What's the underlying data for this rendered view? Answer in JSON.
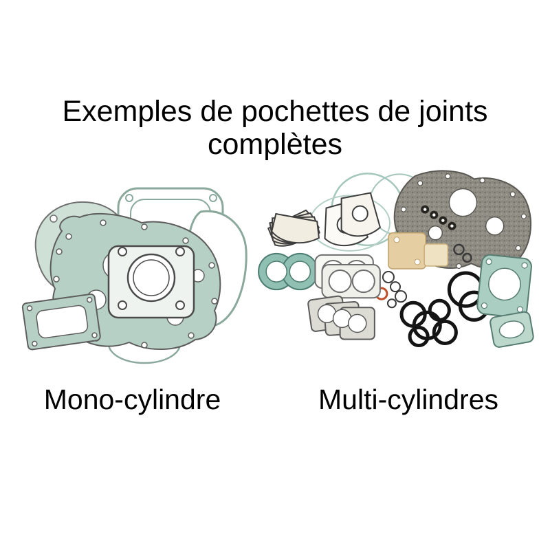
{
  "title": {
    "line1": "Exemples de pochettes de joints",
    "line2": "complètes"
  },
  "captions": {
    "mono": "Mono-cylindre",
    "multi": "Multi-cylindres"
  },
  "colors": {
    "background": "#ffffff",
    "text": "#000000",
    "gasket_teal": "#b7d0c5",
    "gasket_teal_light": "#cfe0d7",
    "gasket_teal_outline": "#8aa99c",
    "gasket_blue_teal": "#8fc0b2",
    "gasket_beige": "#e5cfa2",
    "gasket_speckled_gray": "#8f8d84",
    "o_ring_black": "#141414",
    "o_ring_orange": "#c0502c"
  }
}
